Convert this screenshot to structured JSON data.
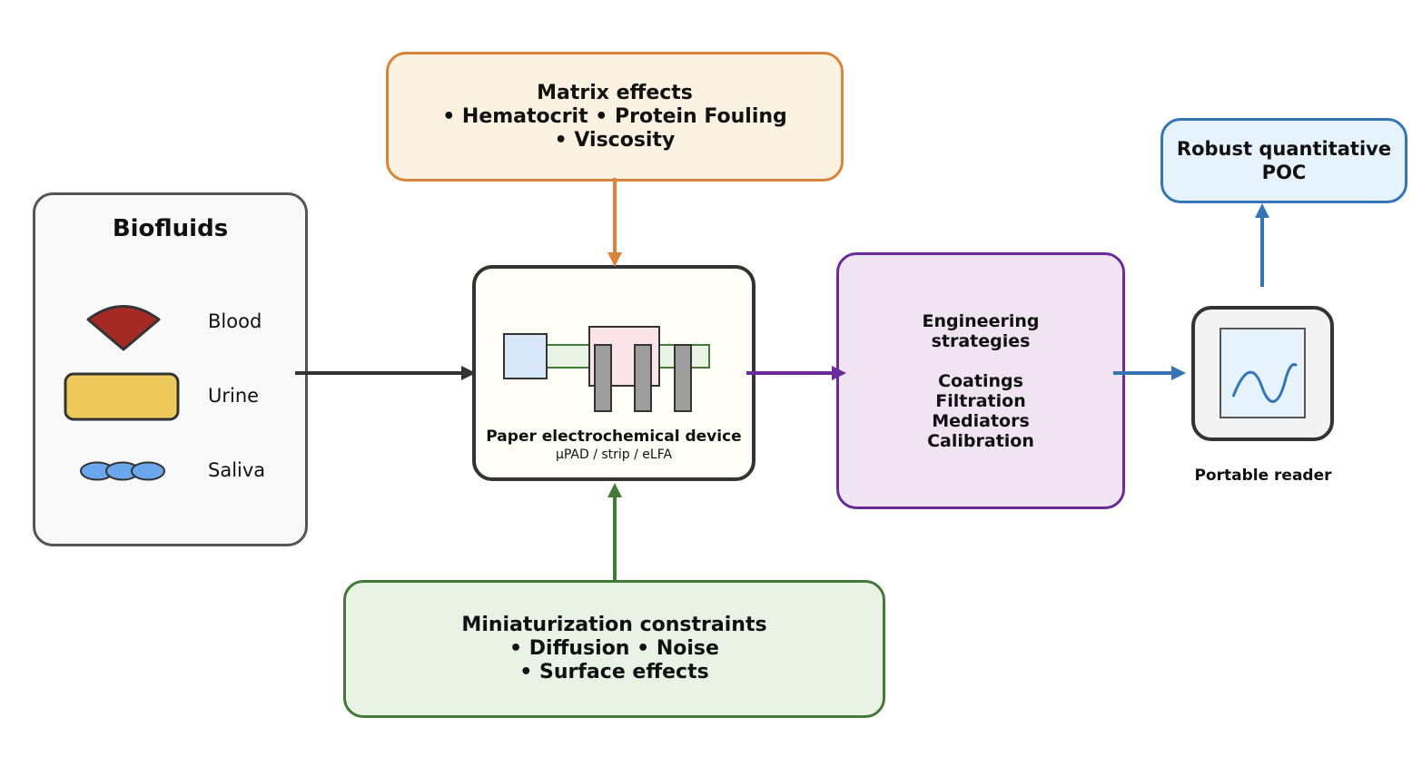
{
  "matrix": {
    "title": "Matrix effects",
    "line1": "• Hematocrit • Protein Fouling",
    "line2": "• Viscosity"
  },
  "biofluids": {
    "title": "Biofluids",
    "items": [
      {
        "label": "Blood",
        "icon": "blood-drop-icon",
        "color": "#a52a24"
      },
      {
        "label": "Urine",
        "icon": "urine-sample-icon",
        "color": "#eec95c"
      },
      {
        "label": "Saliva",
        "icon": "saliva-droplets-icon",
        "color": "#6aa7ec"
      }
    ]
  },
  "device": {
    "title": "Paper electrochemical device",
    "subtitle": "μPAD / strip / eLFA",
    "icon": "paper-electrode-icon"
  },
  "engineering": {
    "title_line1": "Engineering",
    "title_line2": "strategies",
    "items": [
      "Coatings",
      "Filtration",
      "Mediators",
      "Calibration"
    ]
  },
  "reader": {
    "label": "Portable reader",
    "icon": "signal-wave-icon"
  },
  "poc": {
    "line1": "Robust quantitative",
    "line2": "POC"
  },
  "miniaturization": {
    "title": "Miniaturization constraints",
    "line1": "• Diffusion • Noise",
    "line2": "• Surface effects"
  },
  "colors": {
    "matrix_border": "#d9843a",
    "miniaturization_border": "#447a38",
    "engineering_border": "#6b2b99",
    "poc_border": "#3574b5",
    "arrow_dark": "#333333"
  }
}
